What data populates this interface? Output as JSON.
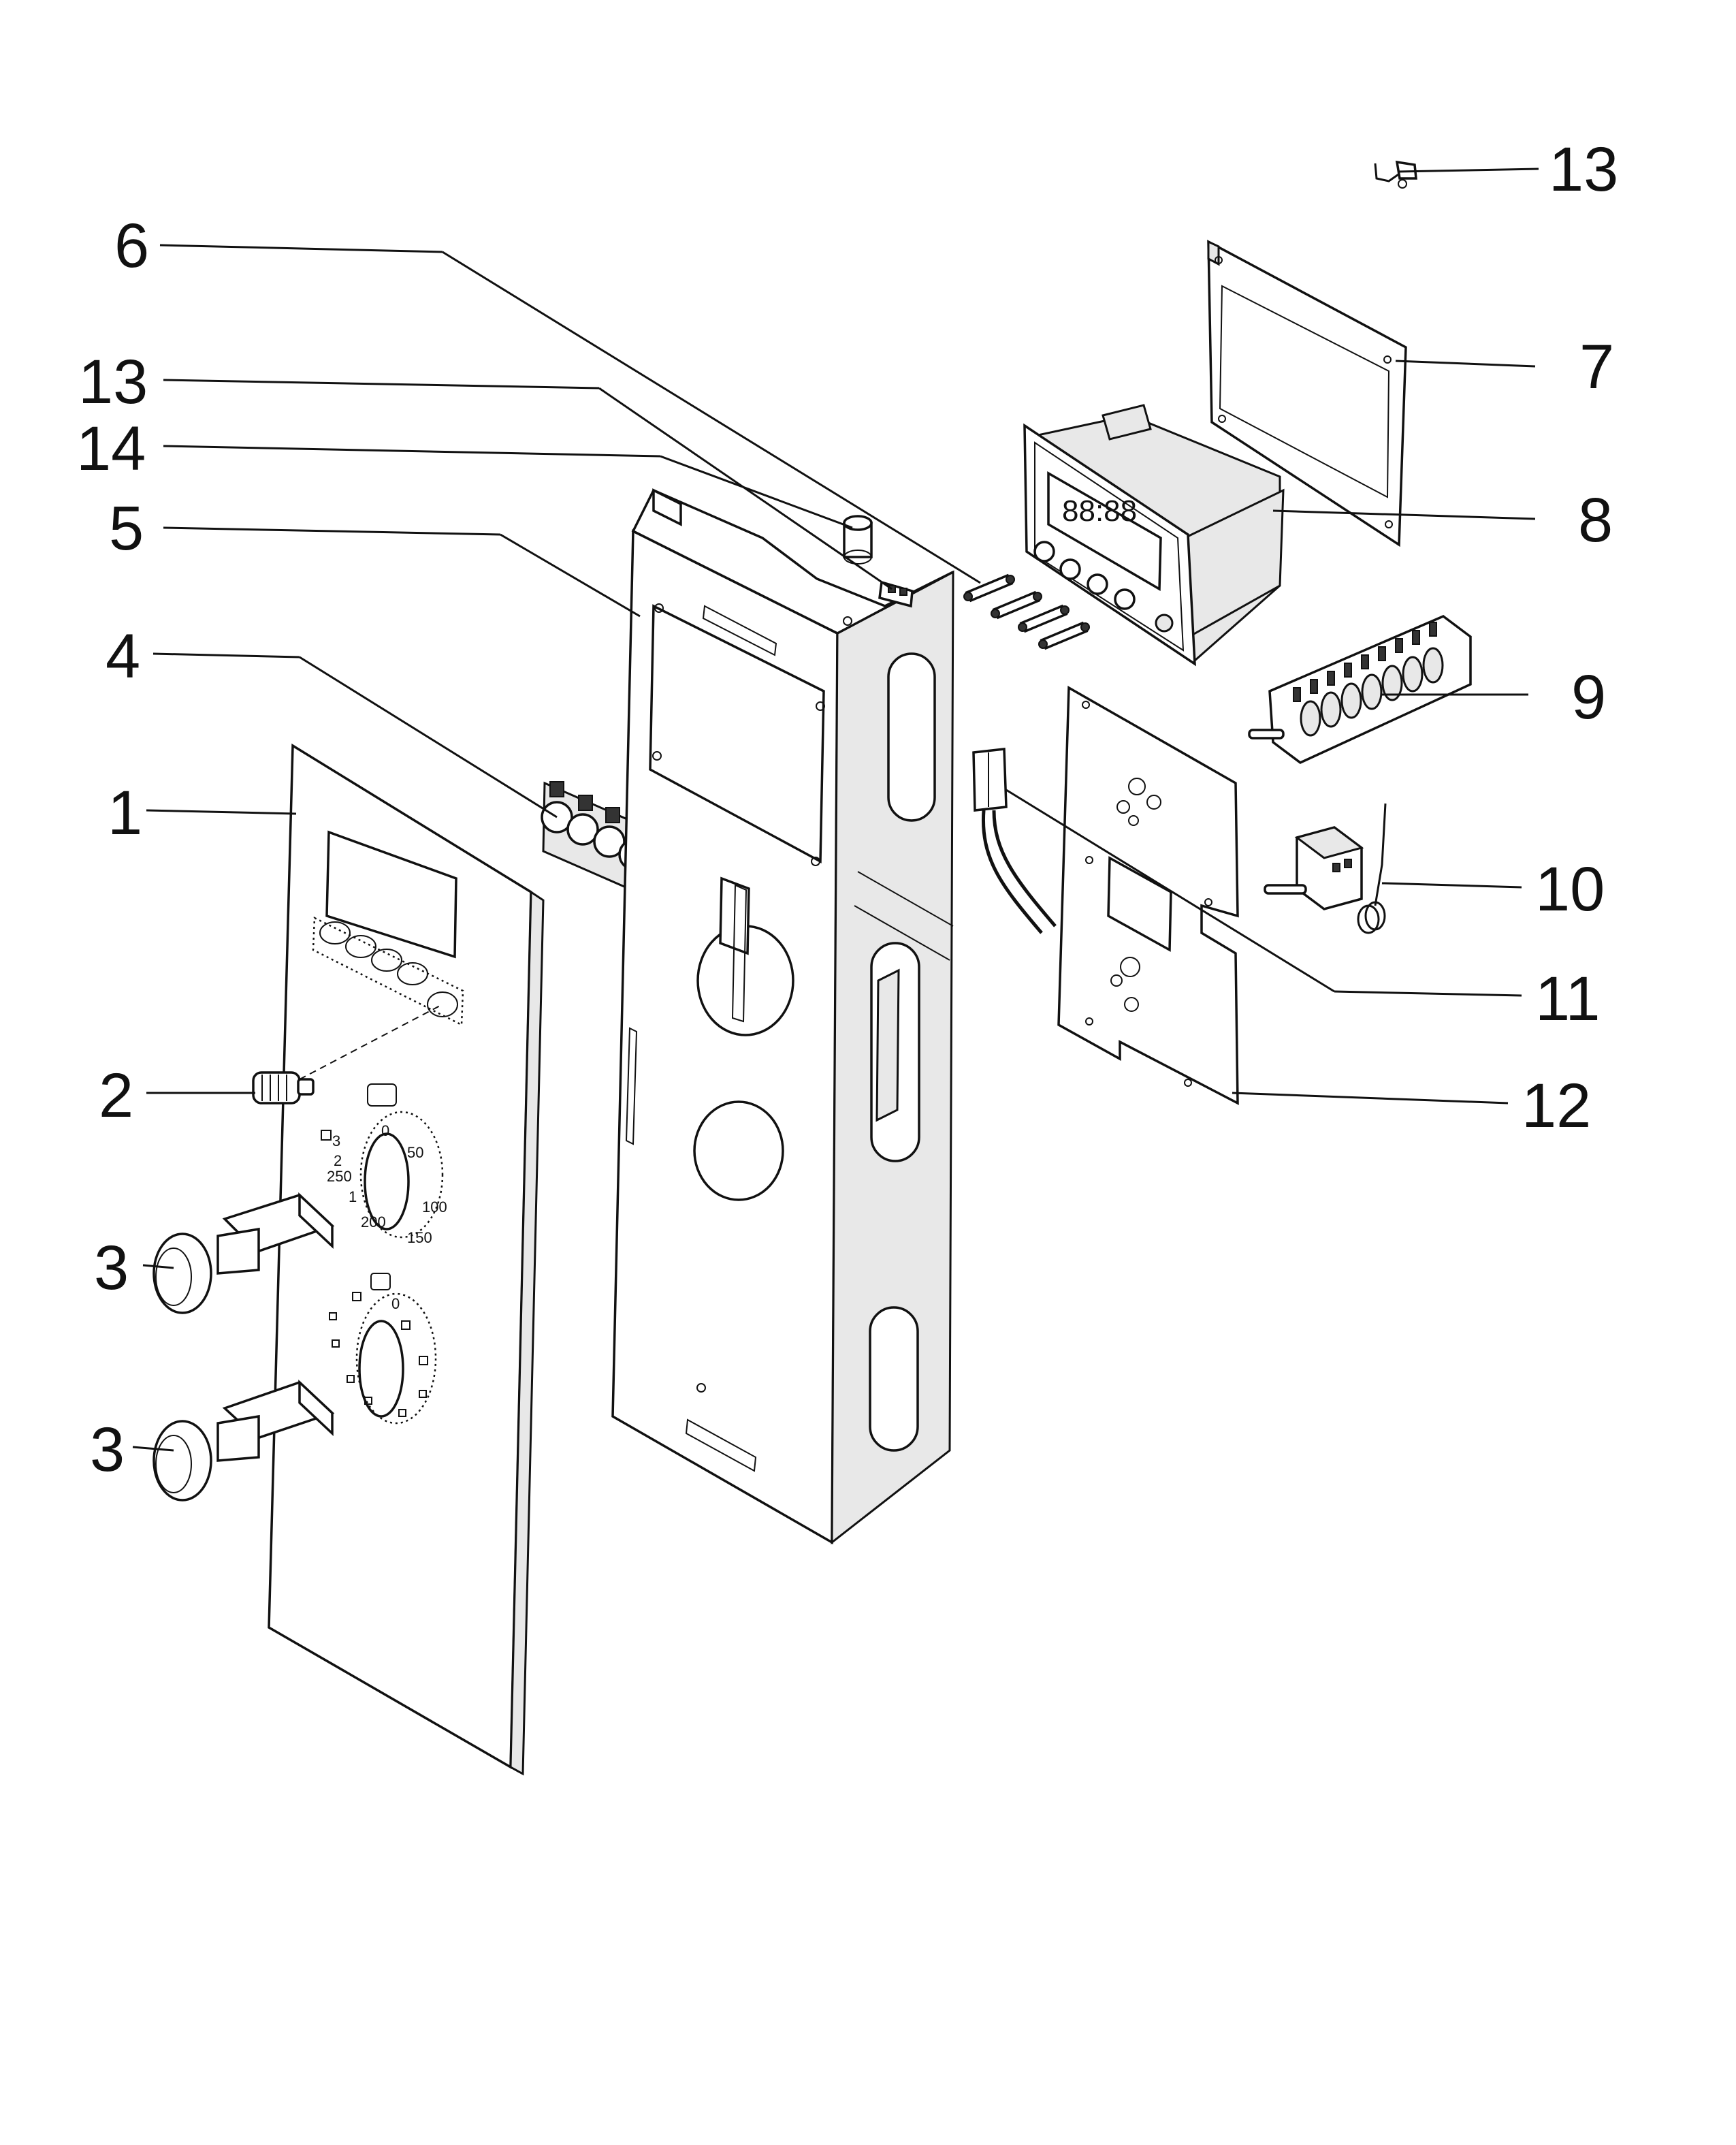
{
  "callouts": [
    {
      "id": "c13a",
      "text": "13"
    },
    {
      "id": "c6",
      "text": "6"
    },
    {
      "id": "c7",
      "text": "7"
    },
    {
      "id": "c13b",
      "text": "13"
    },
    {
      "id": "c14",
      "text": "14"
    },
    {
      "id": "c8",
      "text": "8"
    },
    {
      "id": "c5",
      "text": "5"
    },
    {
      "id": "c4",
      "text": "4"
    },
    {
      "id": "c9",
      "text": "9"
    },
    {
      "id": "c1",
      "text": "1"
    },
    {
      "id": "c10",
      "text": "10"
    },
    {
      "id": "c11",
      "text": "11"
    },
    {
      "id": "c2",
      "text": "2"
    },
    {
      "id": "c12",
      "text": "12"
    },
    {
      "id": "c3a",
      "text": "3"
    },
    {
      "id": "c3b",
      "text": "3"
    }
  ],
  "dial_top": {
    "t3": "3",
    "t2": "2",
    "t250": "250",
    "t1": "1",
    "t0": "0",
    "t50": "50",
    "t100": "100",
    "t200": "200",
    "t150": "150"
  },
  "dial_bottom": {
    "t0": "0"
  },
  "display": {
    "digits": "88:88"
  }
}
